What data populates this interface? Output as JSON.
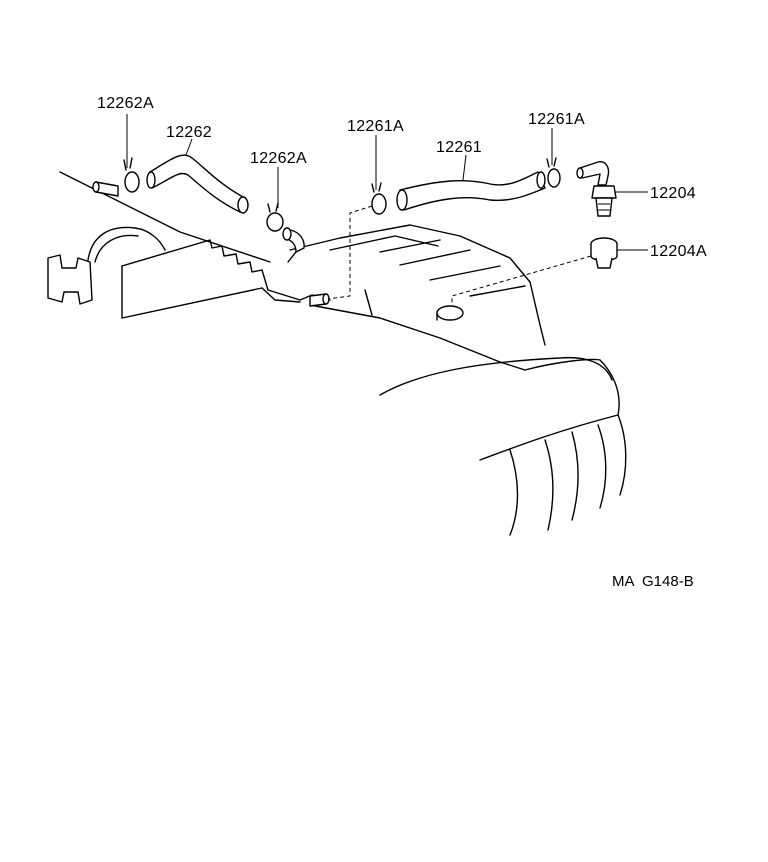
{
  "diagram": {
    "labels": {
      "p12262A_left": "12262A",
      "p12262": "12262",
      "p12262A_right": "12262A",
      "p12261A_left": "12261A",
      "p12261": "12261",
      "p12261A_right": "12261A",
      "p12204": "12204",
      "p12204A": "12204A"
    },
    "reference": "MA  G148-B"
  }
}
